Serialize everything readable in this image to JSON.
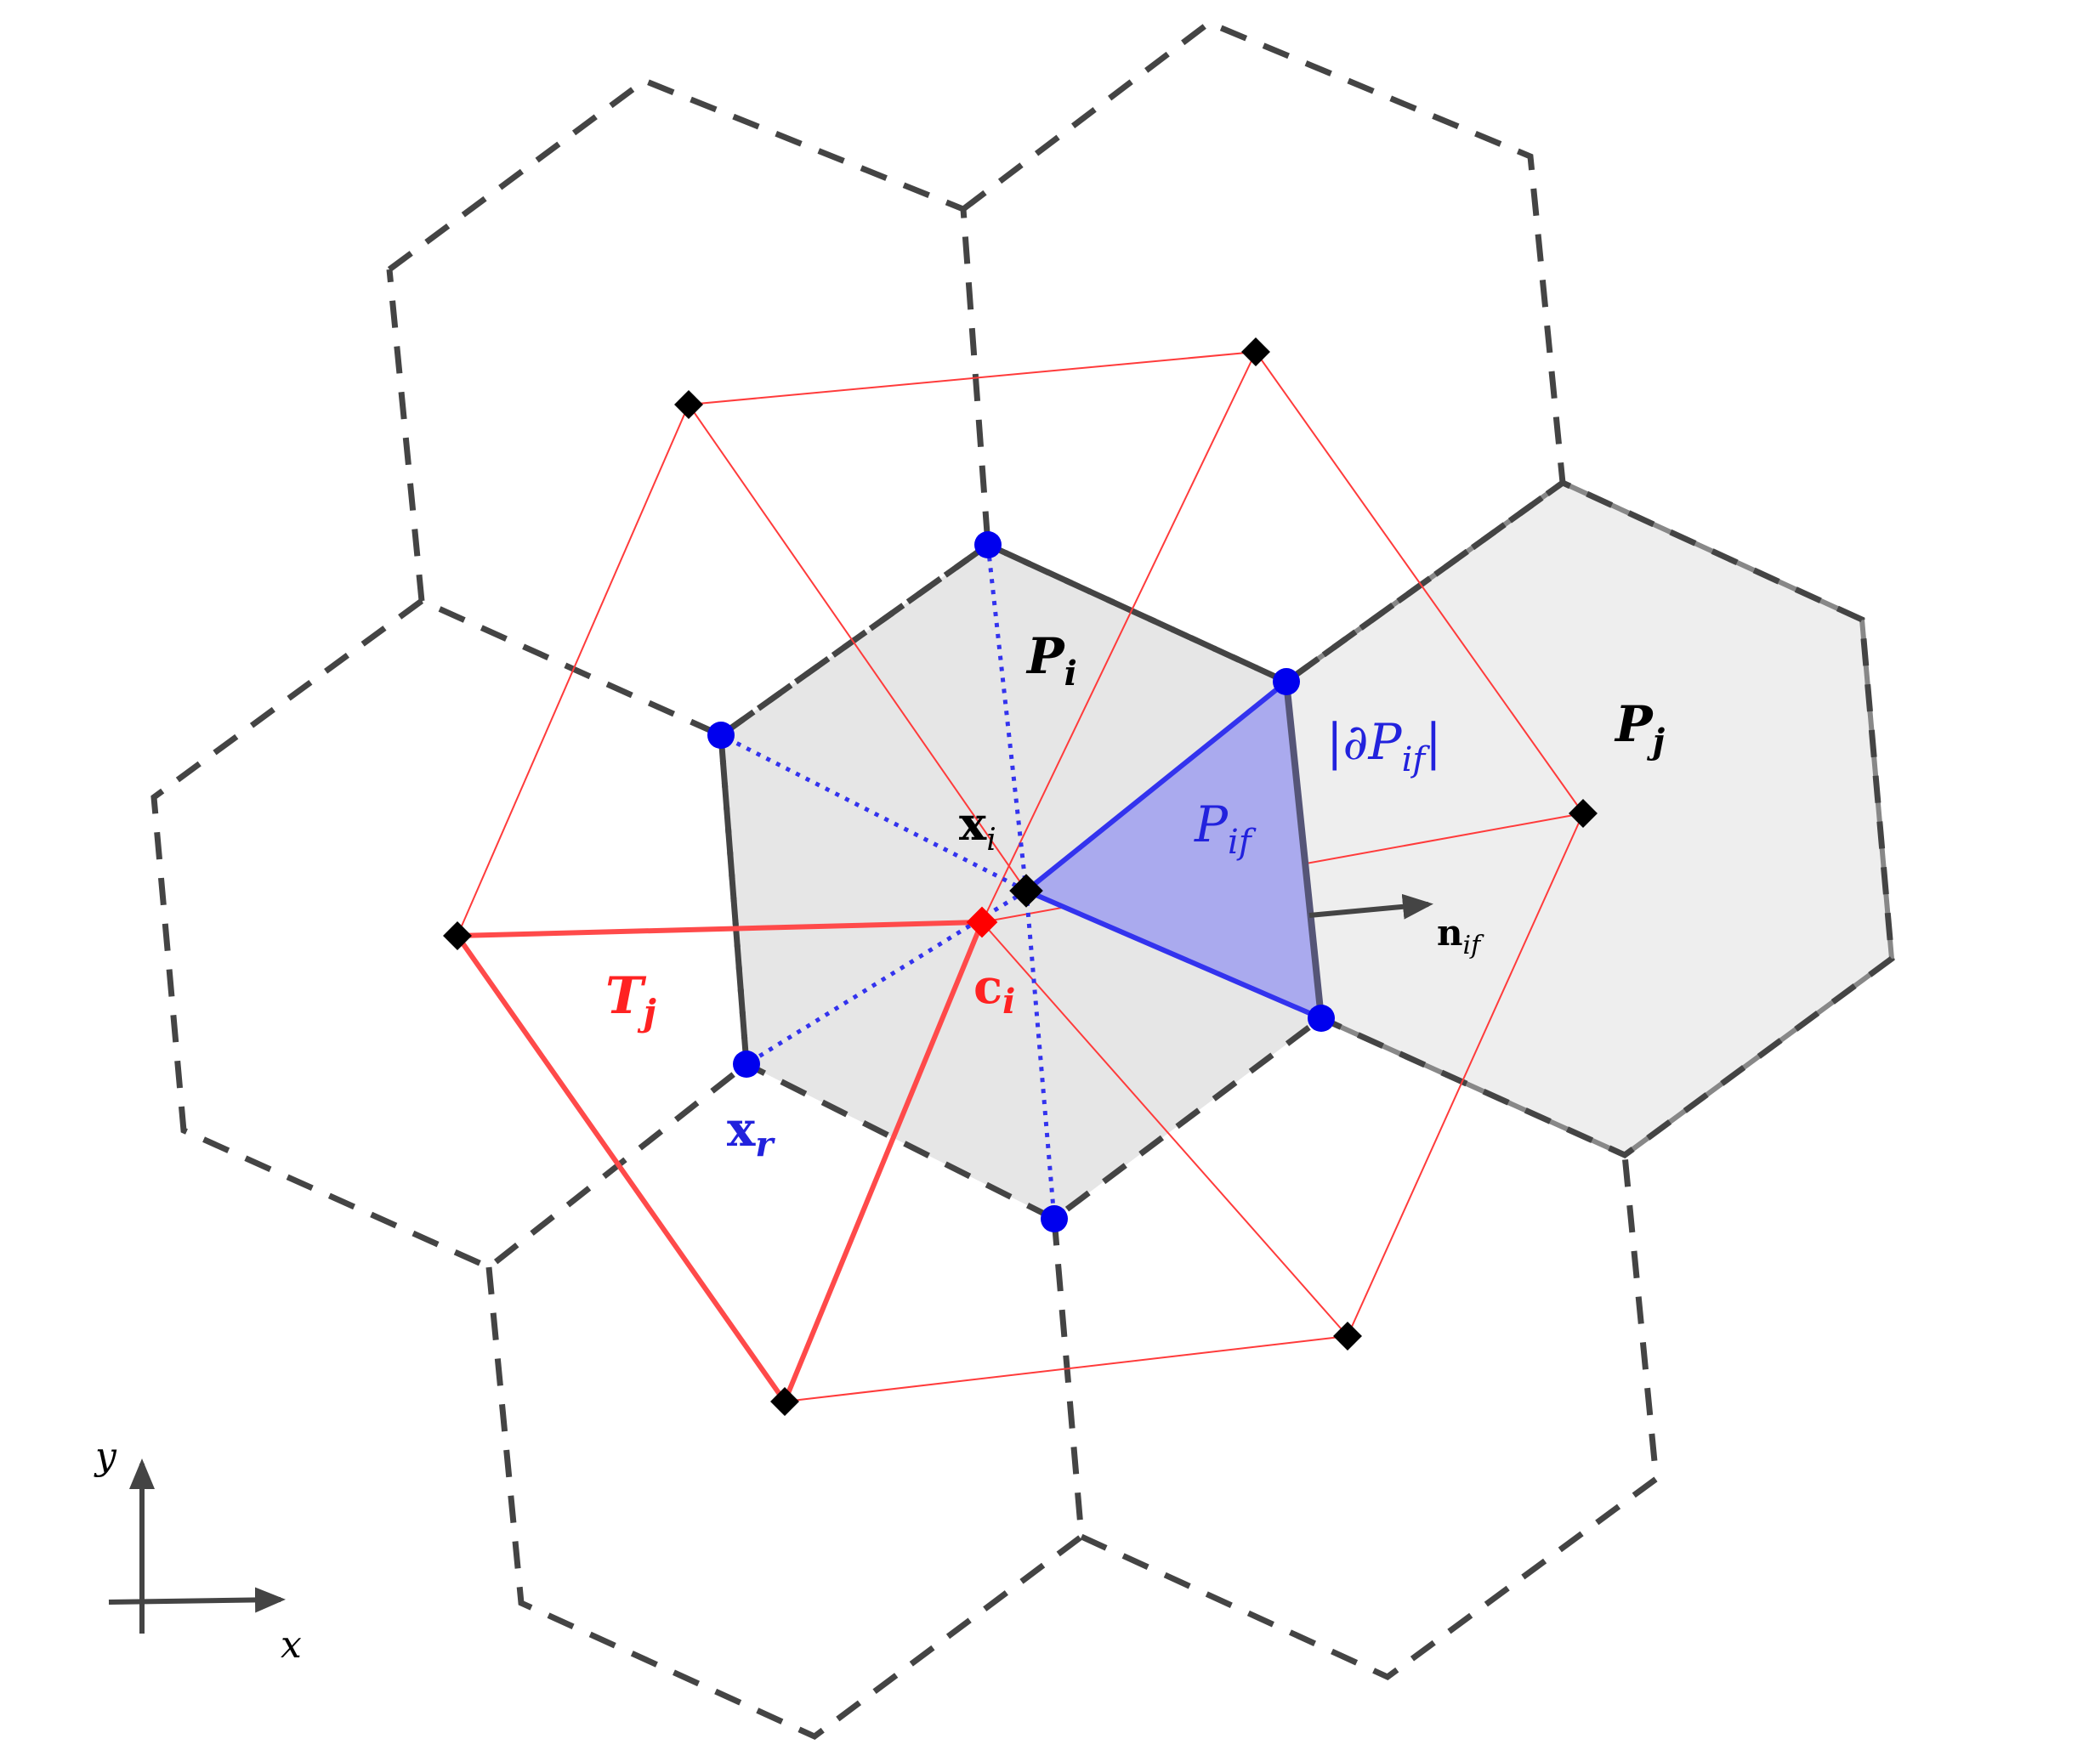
{
  "labels": {
    "Pi": {
      "main": "P",
      "sub": "i"
    },
    "Pj": {
      "main": "P",
      "sub": "j"
    },
    "xi": {
      "main": "x",
      "sub": "i"
    },
    "Pif": {
      "main": "P",
      "sub": "if"
    },
    "dPif": {
      "left": "|∂P",
      "sub": "if",
      "right": "|"
    },
    "Tj": {
      "main": "T",
      "sub": "j"
    },
    "ci": {
      "main": "c",
      "sub": "i"
    },
    "xr": {
      "main": "x",
      "sub": "r"
    },
    "nif": {
      "main": "n",
      "sub": "if"
    },
    "axis_x": "x",
    "axis_y": "y"
  },
  "colors": {
    "hex_edge": "#444444",
    "cell_fill": "#e6e6e6",
    "neighbor_fill": "#eeeeee",
    "red": "#ff3b3b",
    "blue": "#0000ee",
    "subcell_fill": "#aaaaee",
    "black": "#000000"
  }
}
